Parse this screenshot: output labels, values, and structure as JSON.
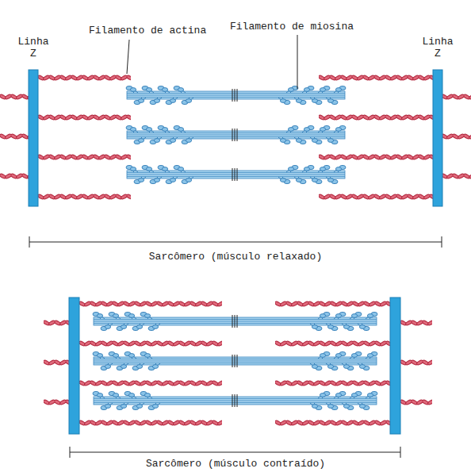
{
  "diagram": {
    "labels": [
      "Filamento de actina",
      "Filamento de miosina",
      "Linha Z",
      "Linha Z",
      "Sarcômero (músculo relaxado)",
      "Sarcômero (músculo contraído)"
    ]
  }
}
